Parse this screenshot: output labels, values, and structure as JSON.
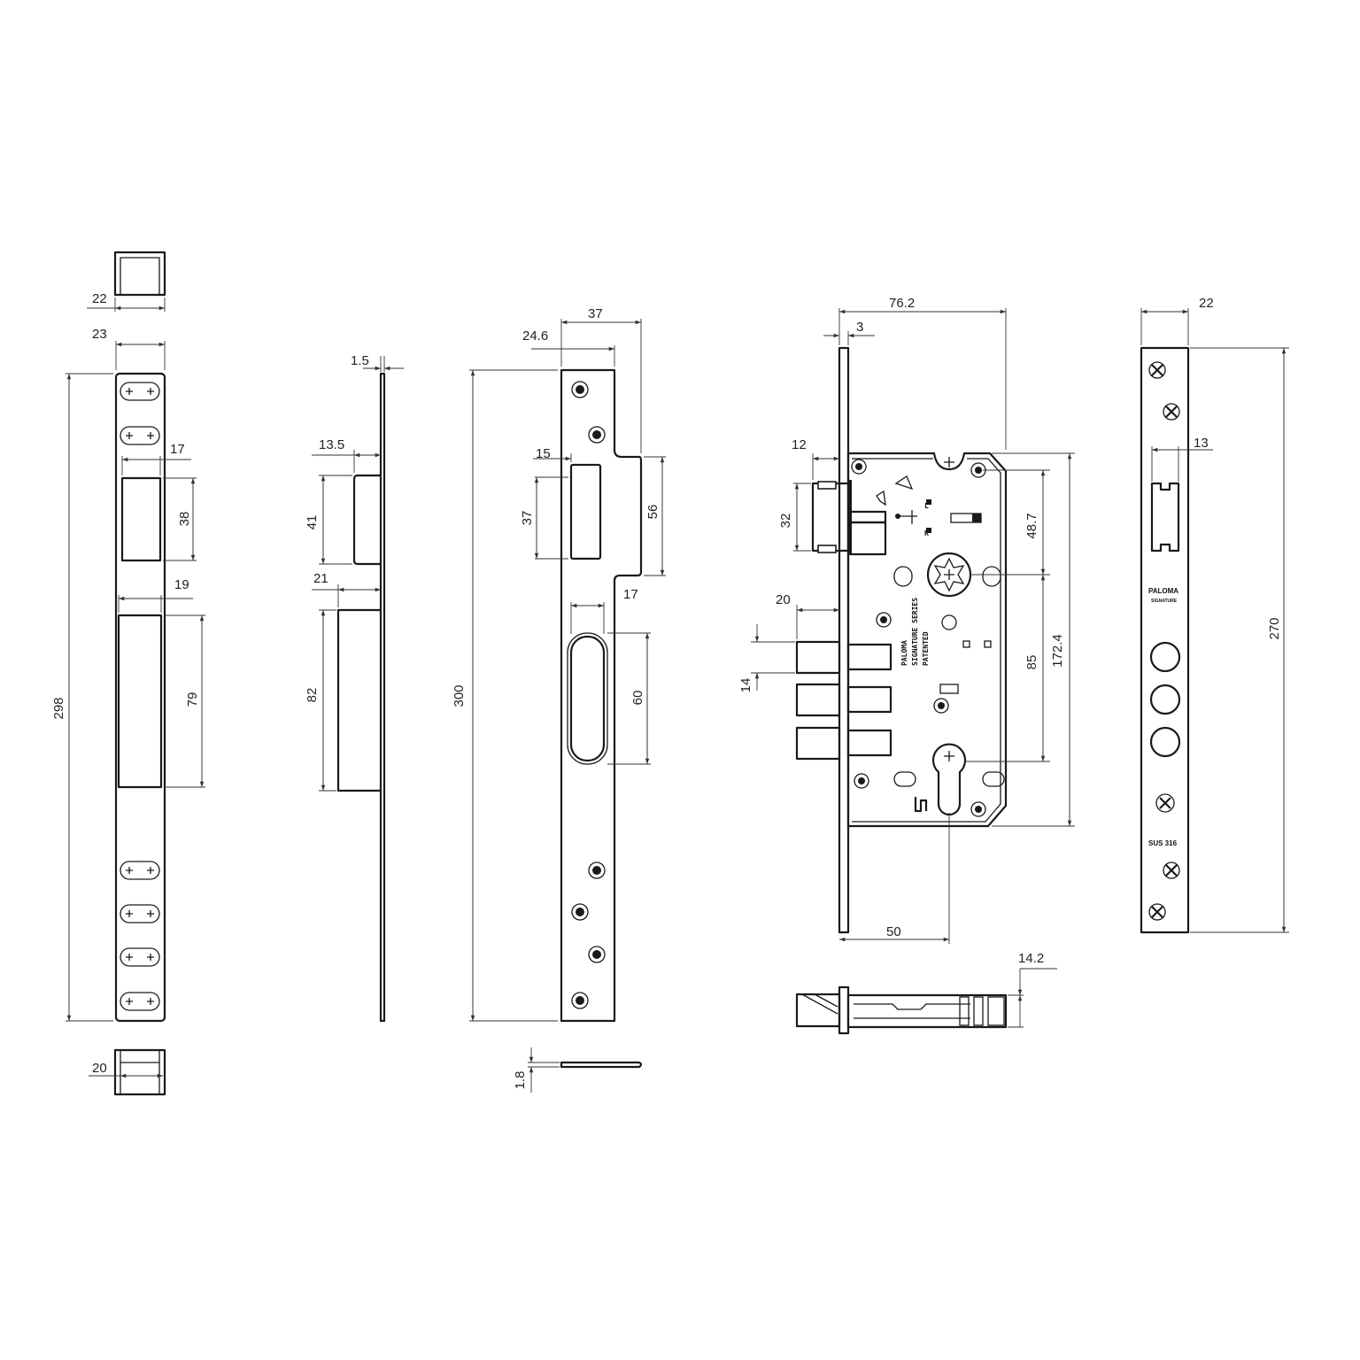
{
  "components": {
    "cap_top": {
      "width": "22"
    },
    "strike_plate_left": {
      "width": "23",
      "height": "298",
      "window_top_width": "17",
      "window_top_height": "38",
      "window_bottom_width": "19",
      "window_bottom_height": "79"
    },
    "cap_bottom": {
      "width": "20"
    },
    "strike_plate_side": {
      "thickness": "1.5",
      "box_top_depth": "13.5",
      "box_top_height": "41",
      "box_bottom_depth": "21",
      "box_bottom_height": "82"
    },
    "strike_plate_front": {
      "width": "37",
      "offset": "24.6",
      "tab_height": "56",
      "window_width": "15",
      "window_height": "37",
      "length": "300",
      "slot_width": "17",
      "slot_height": "60",
      "thickness": "1.8"
    },
    "lock_body": {
      "backset_total": "76.2",
      "faceplate_thickness": "3",
      "latch_projection": "12",
      "latch_height": "32",
      "bolt_projection": "20",
      "bolt_pitch": "14",
      "handle_to_top": "48.7",
      "handle_to_cylinder": "85",
      "body_height": "172.4",
      "backset": "50",
      "case_depth": "14.2"
    },
    "faceplate_right": {
      "width": "22",
      "latch_window_width": "13",
      "length": "270",
      "brand": "PALOMA",
      "brand_sub": "SIGNATURE",
      "material": "SUS 316"
    },
    "lock_body_engraving": {
      "line1": "PALOMA",
      "line2": "SIGNATURE SERIES",
      "line3": "PATENTED",
      "handing_l": "L",
      "handing_r": "R"
    }
  }
}
